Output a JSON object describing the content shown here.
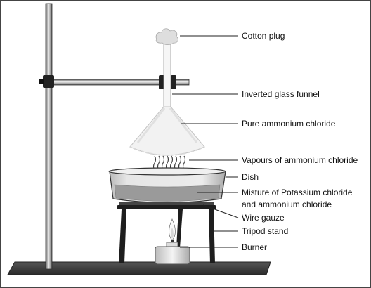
{
  "diagram": {
    "labels": {
      "cotton_plug": "Cotton plug",
      "inverted_funnel": "Inverted glass funnel",
      "pure_ammonium_chloride": "Pure ammonium chloride",
      "vapours": "Vapours of ammonium chloride",
      "dish": "Dish",
      "mixture_line1": "Misture of Potassium chloride",
      "mixture_line2": "and ammonium chloride",
      "wire_gauze": "Wire gauze",
      "tripod_stand": "Tripod stand",
      "burner": "Burner"
    }
  }
}
